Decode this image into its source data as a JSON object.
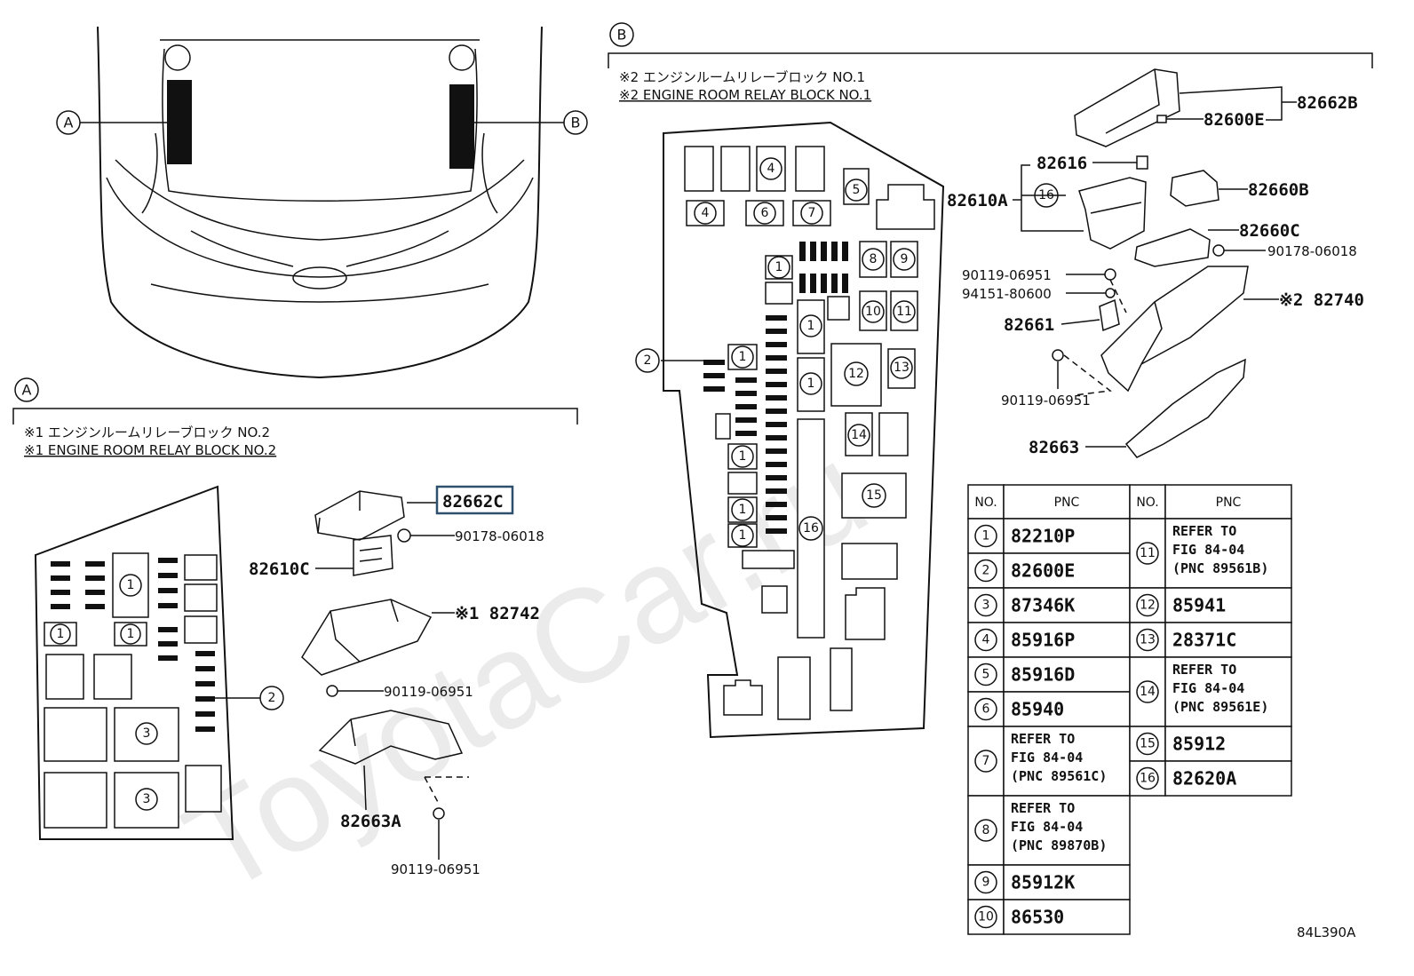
{
  "view_markers": {
    "a": "A",
    "b": "B"
  },
  "section_a": {
    "marker": "A",
    "title_jp": "※1 エンジンルームリレーブロック NO.2",
    "title_en": "※1 ENGINE ROOM RELAY BLOCK NO.2",
    "parts": {
      "cover": "82662C",
      "clip": "90178-06018",
      "block": "82610C",
      "box": "※1 82742",
      "bolt1": "90119-06951",
      "lower": "82663A",
      "bolt2": "90119-06951"
    }
  },
  "section_b": {
    "marker": "B",
    "title_jp": "※2 エンジンルームリレーブロック NO.1",
    "title_en": "※2 ENGINE ROOM RELAY BLOCK NO.1",
    "parts": {
      "cover": "82662B",
      "clip_cover": "82600E",
      "p82616": "82616",
      "block": "82610A",
      "p82660b": "82660B",
      "p82660c": "82660C",
      "clip": "90178-06018",
      "bolt_a": "90119-06951",
      "nut": "94151-80600",
      "box": "※2 82740",
      "p82661": "82661",
      "bolt_b": "90119-06951",
      "lower": "82663"
    }
  },
  "pnc_table": {
    "headers": [
      "NO.",
      "PNC",
      "NO.",
      "PNC"
    ],
    "left": [
      {
        "no": "1",
        "pnc": [
          "82210P"
        ]
      },
      {
        "no": "2",
        "pnc": [
          "82600E"
        ]
      },
      {
        "no": "3",
        "pnc": [
          "87346K"
        ]
      },
      {
        "no": "4",
        "pnc": [
          "85916P"
        ]
      },
      {
        "no": "5",
        "pnc": [
          "85916D"
        ]
      },
      {
        "no": "6",
        "pnc": [
          "85940"
        ]
      },
      {
        "no": "7",
        "pnc": [
          "REFER TO",
          "FIG 84-04",
          "(PNC 89561C)"
        ]
      },
      {
        "no": "8",
        "pnc": [
          "REFER TO",
          "FIG 84-04",
          "(PNC 89870B)"
        ]
      },
      {
        "no": "9",
        "pnc": [
          "85912K"
        ]
      },
      {
        "no": "10",
        "pnc": [
          "86530"
        ]
      }
    ],
    "right": [
      {
        "no": "11",
        "pnc": [
          "REFER TO",
          "FIG 84-04",
          "(PNC 89561B)"
        ]
      },
      {
        "no": "12",
        "pnc": [
          "85941"
        ]
      },
      {
        "no": "13",
        "pnc": [
          "28371C"
        ]
      },
      {
        "no": "14",
        "pnc": [
          "REFER TO",
          "FIG 84-04",
          "(PNC 89561E)"
        ]
      },
      {
        "no": "15",
        "pnc": [
          "85912"
        ]
      },
      {
        "no": "16",
        "pnc": [
          "82620A"
        ]
      }
    ]
  },
  "fuse_labels_a": {
    "one": "1",
    "two": "2",
    "three": "3"
  },
  "fuse_labels_b": [
    "1",
    "2",
    "4",
    "5",
    "6",
    "7",
    "8",
    "9",
    "10",
    "11",
    "12",
    "13",
    "14",
    "15",
    "16"
  ],
  "diagram_code": "84L390A",
  "watermark": "ToyotaCar.ru"
}
